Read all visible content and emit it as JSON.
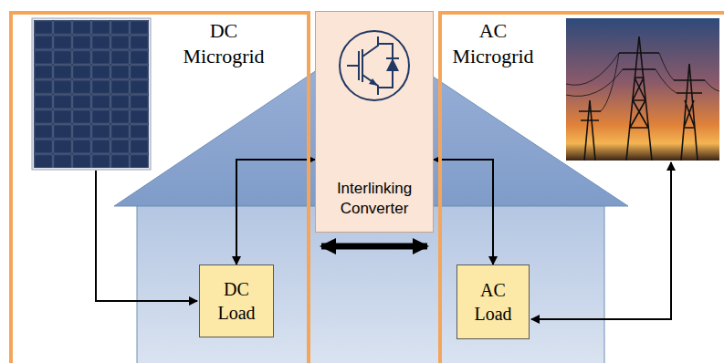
{
  "diagram": {
    "nodes": [
      {
        "text": [
          "DC Microgrid"
        ]
      },
      {
        "text": [
          "Interlinking Converter"
        ]
      },
      {
        "text": [
          "AC Microgrid"
        ]
      },
      {
        "text": [
          "DC Load"
        ],
        "in": 0
      },
      {
        "text": [
          "AC Load"
        ],
        "in": 2
      }
    ],
    "edges": [
      {
        "from": 3,
        "to": 1,
        "arrow": "both"
      },
      {
        "from": 1,
        "to": 4,
        "arrow": "both"
      },
      {
        "from": 0,
        "to": 2,
        "arrow": "both"
      }
    ]
  }
}
